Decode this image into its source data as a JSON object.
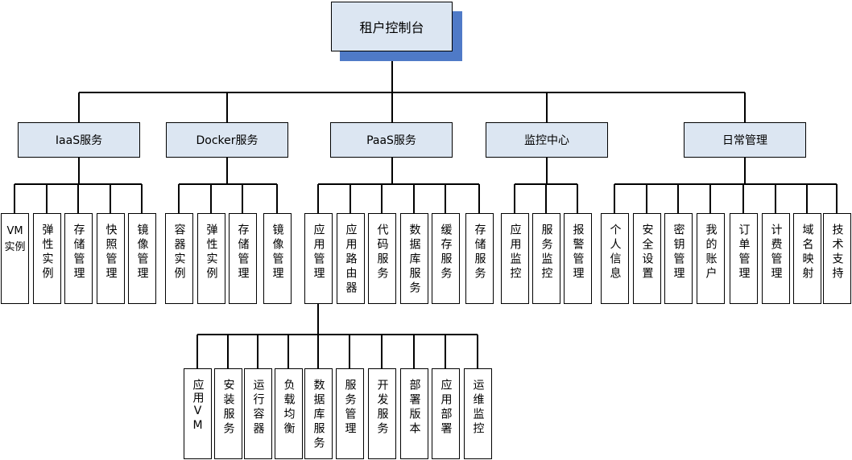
{
  "root": {
    "label": "租户控制台"
  },
  "groups": [
    {
      "label": "IaaS服务",
      "items": [
        "VM实例",
        "弹性实例",
        "存储管理",
        "快照管理",
        "镜像管理"
      ]
    },
    {
      "label": "Docker服务",
      "items": [
        "容器实例",
        "弹性实例",
        "存储管理",
        "镜像管理"
      ]
    },
    {
      "label": "PaaS服务",
      "items": [
        "应用管理",
        "应用路由器",
        "代码服务",
        "数据库服务",
        "缓存服务",
        "存储服务"
      ]
    },
    {
      "label": "监控中心",
      "items": [
        "应用监控",
        "服务监控",
        "报警管理"
      ]
    },
    {
      "label": "日常管理",
      "items": [
        "个人信息",
        "安全设置",
        "密钥管理",
        "我的账户",
        "订单管理",
        "计费管理",
        "域名映射",
        "技术支持"
      ]
    }
  ],
  "app_management_children": [
    "应用VM",
    "安装服务",
    "运行容器",
    "负载均衡",
    "数据库服务",
    "服务管理",
    "开发服务",
    "部署版本",
    "应用部署",
    "运维监控"
  ],
  "colors": {
    "header_fill": "#dce6f2",
    "shadow": "#4f7ac7",
    "line": "#000000"
  }
}
